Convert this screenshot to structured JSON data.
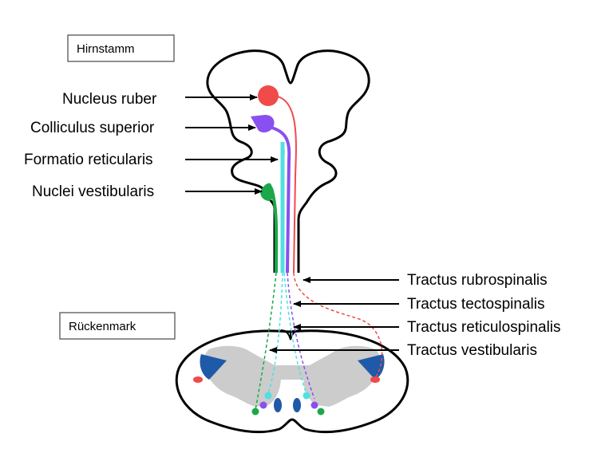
{
  "boxes": {
    "brainstem": "Hirnstamm",
    "spinal_cord": "Rückenmark"
  },
  "nuclei_labels": {
    "ruber": "Nucleus ruber",
    "colliculus": "Colliculus superior",
    "formatio": "Formatio reticularis",
    "vestibular": "Nuclei vestibularis"
  },
  "tract_labels": {
    "rubro": "Tractus rubrospinalis",
    "tecto": "Tractus tectospinalis",
    "reticulo": "Tractus reticulospinalis",
    "vestibulo": "Tractus vestibularis"
  },
  "colors": {
    "rubro": "#f04a4a",
    "tecto": "#8a4ff0",
    "reticulo": "#4fe0e0",
    "vestibulo": "#1aa84a",
    "motor_nucleus": "#1f5aa8",
    "gray_matter": "#cccccc"
  }
}
